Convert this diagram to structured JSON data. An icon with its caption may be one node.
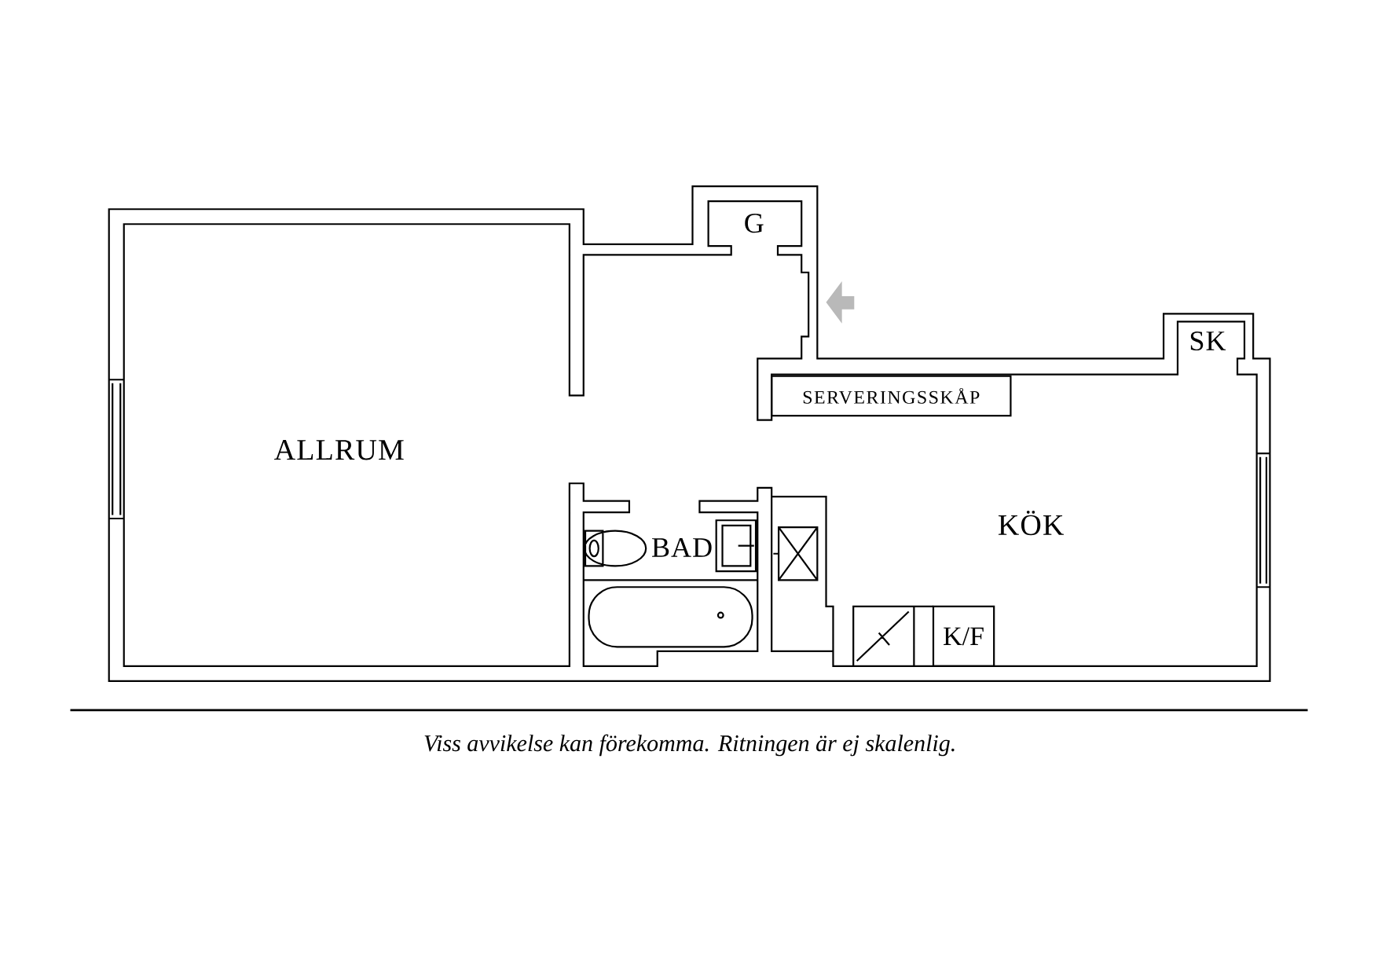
{
  "diagram": {
    "caption": "Viss avvikelse kan förekomma. Ritningen är ej skalenlig.",
    "nodes": [
      {
        "text": [
          "SERVERINGSSKÅP"
        ]
      },
      {
        "text": [
          "K/F"
        ]
      }
    ],
    "labels": [
      "G",
      "SK",
      "ALLRUM",
      "KÖK",
      "BAD"
    ]
  }
}
